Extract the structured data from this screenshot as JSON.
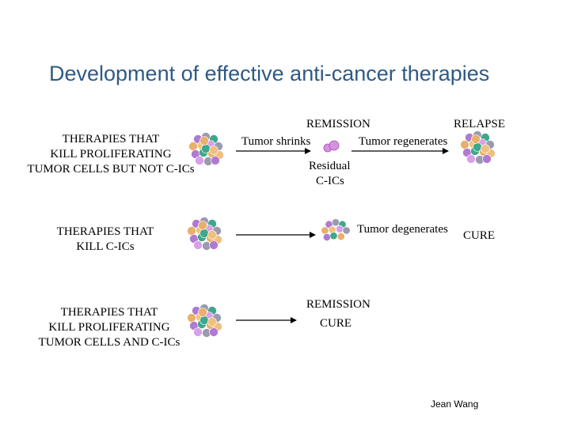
{
  "title": "Development of effective anti-cancer therapies",
  "rows": [
    {
      "label_lines": [
        "THERAPIES THAT",
        "KILL PROLIFERATING",
        "TUMOR CELLS BUT NOT C-ICs"
      ]
    },
    {
      "label_lines": [
        "THERAPIES THAT",
        "KILL C-ICs"
      ]
    },
    {
      "label_lines": [
        "THERAPIES THAT",
        "KILL PROLIFERATING",
        "TUMOR CELLS AND C-ICs"
      ]
    }
  ],
  "row1": {
    "remission": "REMISSION",
    "relapse": "RELAPSE",
    "tumor_shrinks": "Tumor shrinks",
    "tumor_regenerates": "Tumor regenerates",
    "residual": "Residual",
    "c_ics": "C-ICs"
  },
  "row2": {
    "tumor_degenerates": "Tumor degenerates",
    "cure": "CURE"
  },
  "row3": {
    "remission": "REMISSION",
    "cure": "CURE"
  },
  "author": "Jean Wang",
  "colors": {
    "title": "#2e5a86",
    "cell_colors": [
      "#e8b06a",
      "#3ea88a",
      "#b07ad0",
      "#9a9ab0",
      "#d8a0e8",
      "#f0c080"
    ]
  }
}
